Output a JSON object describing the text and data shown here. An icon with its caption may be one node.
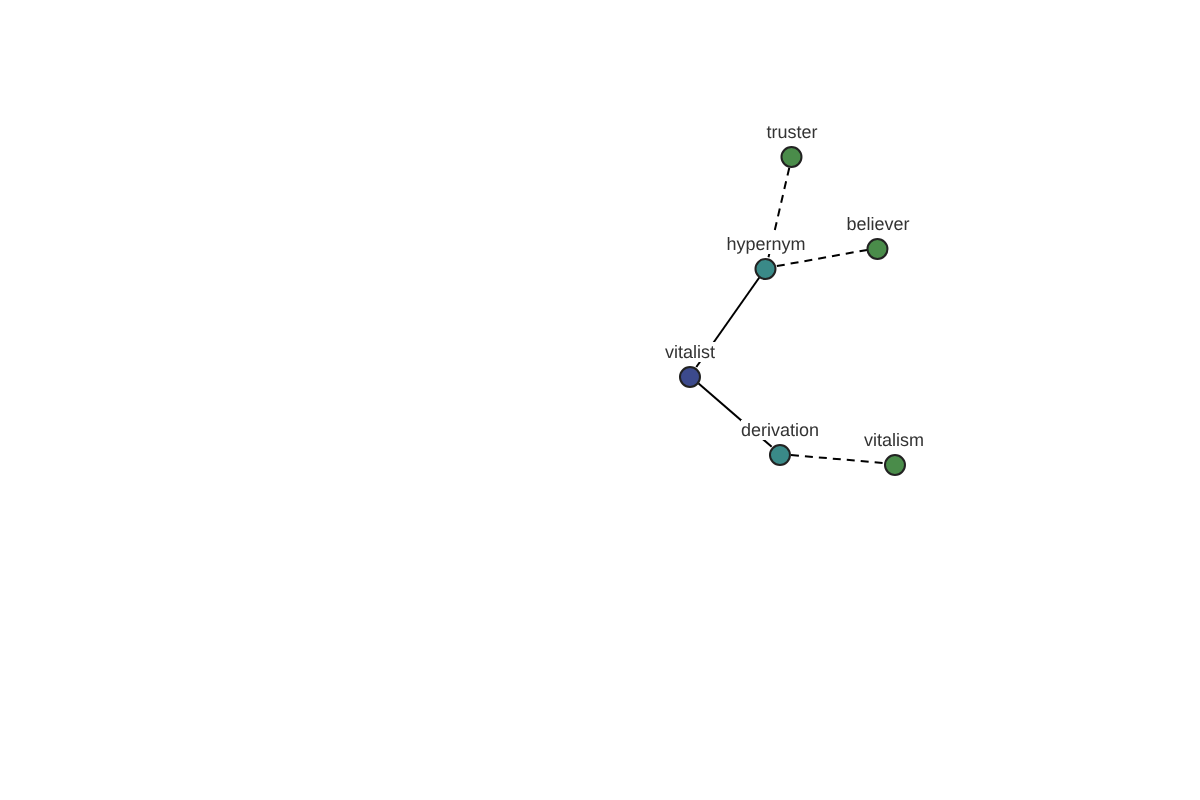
{
  "diagram": {
    "nodes": [
      {
        "text": [
          "vitalist"
        ]
      },
      {
        "text": [
          "hypernym"
        ]
      },
      {
        "text": [
          "truster"
        ]
      },
      {
        "text": [
          "believer"
        ]
      },
      {
        "text": [
          "derivation"
        ]
      },
      {
        "text": [
          "vitalism"
        ]
      }
    ],
    "edges": [
      {
        "from": 0,
        "to": 1,
        "arrow": "none"
      },
      {
        "from": 1,
        "to": 2,
        "arrow": "none",
        "style": "dashed"
      },
      {
        "from": 1,
        "to": 3,
        "arrow": "none",
        "style": "dashed"
      },
      {
        "from": 0,
        "to": 4,
        "arrow": "none"
      },
      {
        "from": 4,
        "to": 5,
        "arrow": "none",
        "style": "dashed"
      }
    ]
  }
}
